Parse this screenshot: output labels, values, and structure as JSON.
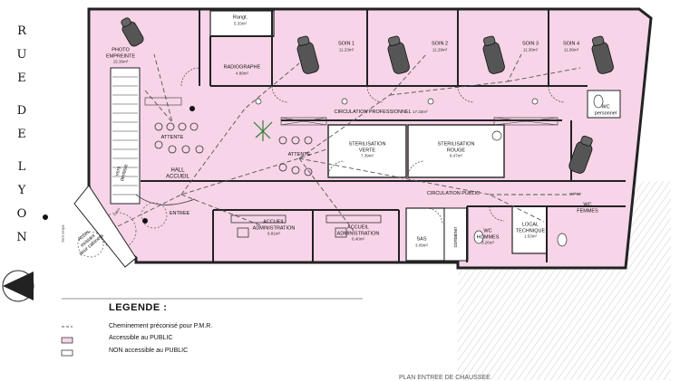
{
  "street_name": [
    "R",
    "U",
    "E",
    "D",
    "E",
    "L",
    "Y",
    "O",
    "N"
  ],
  "rooms": {
    "photo": {
      "name": "PHOTO\nEMPREINTE",
      "area": "15.36m²"
    },
    "rangt": {
      "name": "Rangt.",
      "area": "5.33m²"
    },
    "radio": {
      "name": "RADIOGRAPHE",
      "area": "4.89m²"
    },
    "soin1": {
      "name": "SOIN 1",
      "area": "11.23m²"
    },
    "soin2": {
      "name": "SOIN 2",
      "area": "11.29m²"
    },
    "soin3": {
      "name": "SOIN 3",
      "area": "11.30m²"
    },
    "soin4": {
      "name": "SOIN 4",
      "area": "11.06m²"
    },
    "wc_perso": {
      "name": "WC\npersonnel",
      "area": ""
    },
    "circ_pro": {
      "name": "CIRCULATION PROFESSIONNEL",
      "area": "17.33m²"
    },
    "ster_verte": {
      "name": "STERILISATION\nVERTE",
      "area": "7.39m²"
    },
    "ster_rouge": {
      "name": "STERILISATION\nROUGE",
      "area": "8.47m²"
    },
    "attente1": {
      "name": "ATTENTE",
      "area": ""
    },
    "attente2": {
      "name": "ATTENTE",
      "area": ""
    },
    "hall": {
      "name": "HALL\nACCUEIL",
      "area": ""
    },
    "circ_pub": {
      "name": "CIRCULATION PUBLIC",
      "area": ""
    },
    "entree": {
      "name": "ENTREE",
      "area": ""
    },
    "accueil_admin": {
      "name": "ACCUEIL\nADMINISTRATION",
      "area": "6.81m²"
    },
    "accueil_admin2": {
      "name": "ACCUEIL\nADMINISTRATION",
      "area": "6.40m²"
    },
    "sas": {
      "name": "SAS",
      "area": "3.09m²"
    },
    "container": {
      "name": "container",
      "area": ""
    },
    "wc_hommes": {
      "name": "WC\nHOMMES",
      "area": "3.26m²"
    },
    "local": {
      "name": "LOCAL\nTECHNIQUE",
      "area": "1.53m²"
    },
    "wc_femmes": {
      "name": "WC\nFEMMES",
      "area": ""
    },
    "vers_dentiste": {
      "name": "vers\ndentiste",
      "area": ""
    },
    "acces": {
      "name": "Accès\nexistant\npour cabinets",
      "area": ""
    }
  },
  "tiny": {
    "sens_unique": "Sens unique",
    "trottoir": "trottoir",
    "vestiaire": "vestiaire"
  },
  "legend": {
    "title": "LEGENDE :",
    "items": [
      {
        "label": "Cheminement préconisé pour P.M.R.",
        "swatch": "line"
      },
      {
        "label": "Accessible au PUBLIC",
        "swatch": "pink"
      },
      {
        "label": "NON accessible au PUBLIC",
        "swatch": "white"
      }
    ]
  },
  "footer_text": "PLAN ENTREE DE CHAUSSEE",
  "colors": {
    "accessible": "#f7d4e8",
    "non_accessible": "#ffffff",
    "wall": "#222222",
    "pmr": "#555555"
  }
}
